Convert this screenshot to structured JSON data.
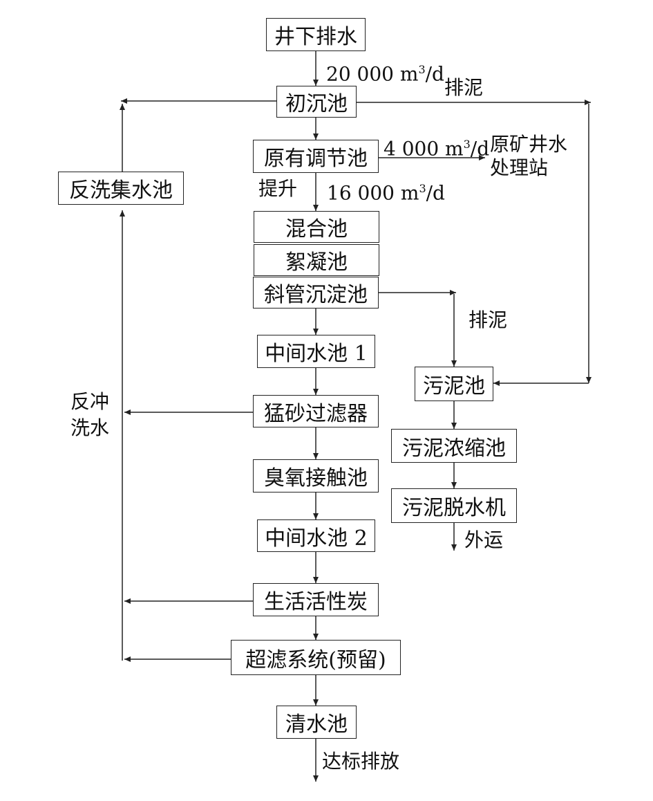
{
  "nodes": {
    "mine_drainage": "井下排水",
    "primary_sedimentation": "初沉池",
    "regulating_tank": "原有调节池",
    "backwash_collection": "反洗集水池",
    "mixing_tank": "混合池",
    "flocculation_tank": "絮凝池",
    "inclined_tube_settler": "斜管沉淀池",
    "intermediate_tank_1": "中间水池 1",
    "manganese_sand_filter": "猛砂过滤器",
    "ozone_contact_tank": "臭氧接触池",
    "intermediate_tank_2": "中间水池 2",
    "activated_carbon": "生活活性炭",
    "ultrafiltration": "超滤系统(预留)",
    "clear_water_tank": "清水池",
    "sludge_tank": "污泥池",
    "sludge_thickener": "污泥浓缩池",
    "sludge_dewatering": "污泥脱水机"
  },
  "labels": {
    "flow_in_value": "20 000 m",
    "flow_in_unit_exp": "3",
    "flow_in_unit_tail": "/d",
    "sludge_discharge_1": "排泥",
    "flow_out_value": "4 000 m",
    "flow_out_unit_exp": "3",
    "flow_out_unit_tail": "/d",
    "original_station_line1": "原矿井水",
    "original_station_line2": "处理站",
    "lift": "提升",
    "flow_lift_value": "16 000 m",
    "flow_lift_unit_exp": "3",
    "flow_lift_unit_tail": "/d",
    "sludge_discharge_2": "排泥",
    "backwash_water_line1": "反冲",
    "backwash_water_line2": "洗水",
    "haul_away": "外运",
    "discharge_standard": "达标排放"
  }
}
